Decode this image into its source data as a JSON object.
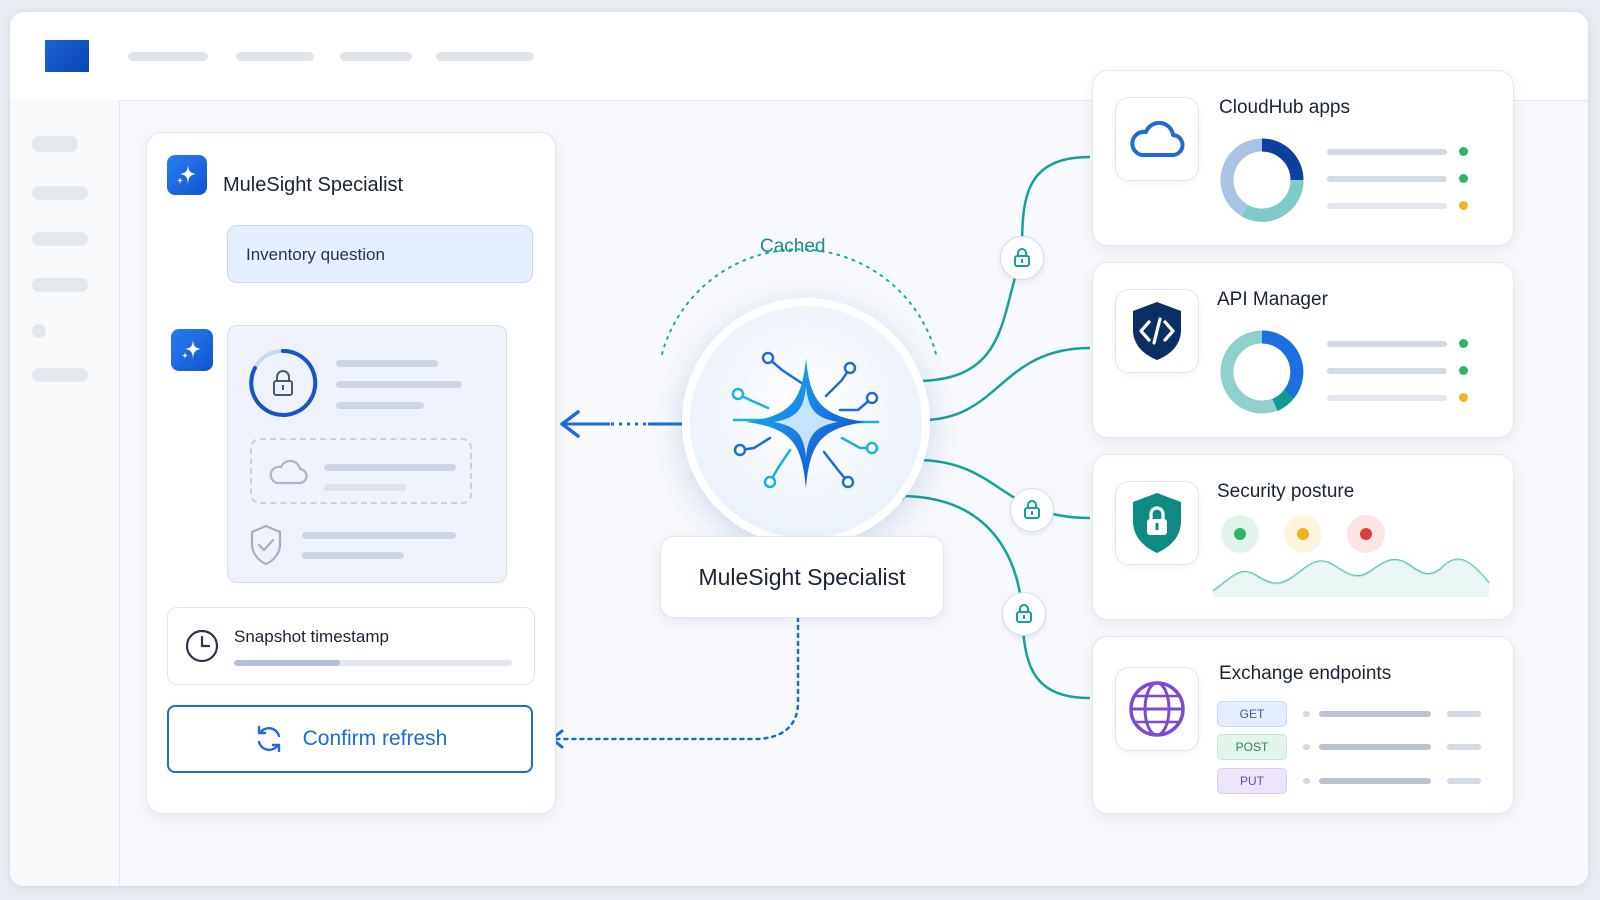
{
  "panel": {
    "title": "MuleSight Specialist",
    "question": "Inventory question",
    "snapshot_label": "Snapshot timestamp",
    "snapshot_progress": 0.38,
    "refresh_label": "Confirm refresh"
  },
  "hub": {
    "status": "Cached",
    "name": "MuleSight Specialist"
  },
  "services": [
    {
      "title": "CloudHub apps",
      "icon": "cloud-icon",
      "statuses": [
        "#2fb567",
        "#2fb567",
        "#f3b41b"
      ]
    },
    {
      "title": "API Manager",
      "icon": "code-shield-icon",
      "statuses": [
        "#2fb567",
        "#2fb567",
        "#f3b41b"
      ]
    },
    {
      "title": "Security posture",
      "icon": "lock-shield-icon",
      "statuses": [
        "#2fb567",
        "#f3b41b",
        "#e03c3c"
      ]
    },
    {
      "title": "Exchange endpoints",
      "icon": "globe-icon",
      "methods": [
        "GET",
        "POST",
        "PUT"
      ]
    }
  ],
  "colors": {
    "accent": "#1f6bd8",
    "teal": "#15a197",
    "green": "#2fb567",
    "amber": "#f3b41b",
    "red": "#e03c3c"
  }
}
